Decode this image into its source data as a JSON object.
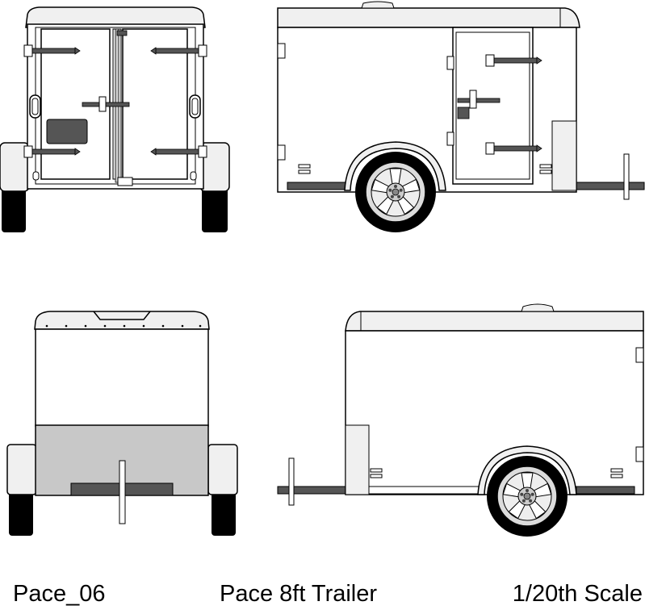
{
  "captions": {
    "model": "Pace_06",
    "title": "Pace 8ft Trailer",
    "scale": "1/20th Scale"
  },
  "views": [
    "rear-view",
    "right-side-view",
    "front-view",
    "left-side-view"
  ],
  "colors": {
    "outline": "#000000",
    "body": "#ffffff",
    "panel": "#f0f0f0",
    "front_panel": "#c8c8c8",
    "tire": "#000000",
    "rim": "#dcdcdc",
    "hardware": "#555555",
    "plate": "#555555"
  }
}
